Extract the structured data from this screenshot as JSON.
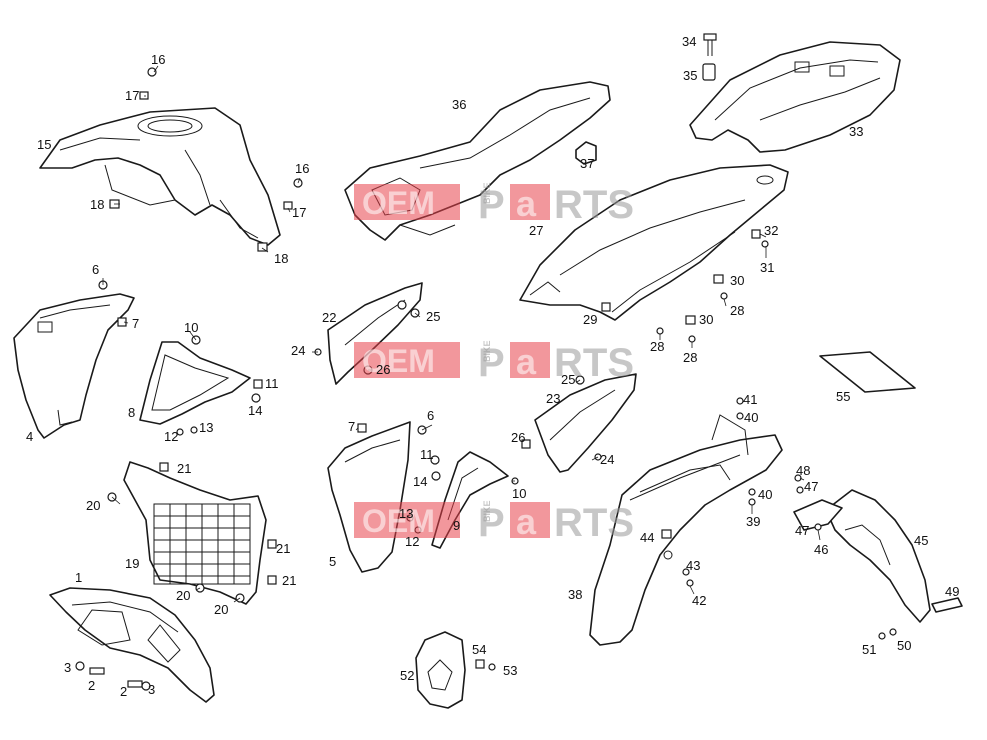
{
  "watermark": {
    "left": "OEM",
    "small": "BIKE",
    "p": "P",
    "a": "a",
    "rest": "RTS",
    "red": "#e8424a",
    "grey": "#9a9a9a"
  },
  "labels": {
    "l1": "1",
    "l2a": "2",
    "l2b": "2",
    "l3a": "3",
    "l3b": "3",
    "l4": "4",
    "l5": "5",
    "l6a": "6",
    "l6b": "6",
    "l7a": "7",
    "l7b": "7",
    "l8": "8",
    "l9": "9",
    "l10a": "10",
    "l10b": "10",
    "l11a": "11",
    "l11b": "11",
    "l12a": "12",
    "l12b": "12",
    "l13a": "13",
    "l13b": "13",
    "l14a": "14",
    "l14b": "14",
    "l15": "15",
    "l16a": "16",
    "l16b": "16",
    "l17a": "17",
    "l17b": "17",
    "l18a": "18",
    "l18b": "18",
    "l19": "19",
    "l20a": "20",
    "l20b": "20",
    "l20c": "20",
    "l21a": "21",
    "l21b": "21",
    "l21c": "21",
    "l22": "22",
    "l23": "23",
    "l24a": "24",
    "l24b": "24",
    "l25a": "25",
    "l25b": "25",
    "l26a": "26",
    "l26b": "26",
    "l27": "27",
    "l28a": "28",
    "l28b": "28",
    "l28c": "28",
    "l29": "29",
    "l30a": "30",
    "l30b": "30",
    "l31": "31",
    "l32": "32",
    "l33": "33",
    "l34": "34",
    "l35": "35",
    "l36": "36",
    "l37": "37",
    "l38": "38",
    "l39": "39",
    "l40a": "40",
    "l40b": "40",
    "l41": "41",
    "l42": "42",
    "l43": "43",
    "l44": "44",
    "l45": "45",
    "l46": "46",
    "l47a": "47",
    "l47b": "47",
    "l48": "48",
    "l49": "49",
    "l50": "50",
    "l51": "51",
    "l52": "52",
    "l53": "53",
    "l54": "54",
    "l55": "55"
  }
}
